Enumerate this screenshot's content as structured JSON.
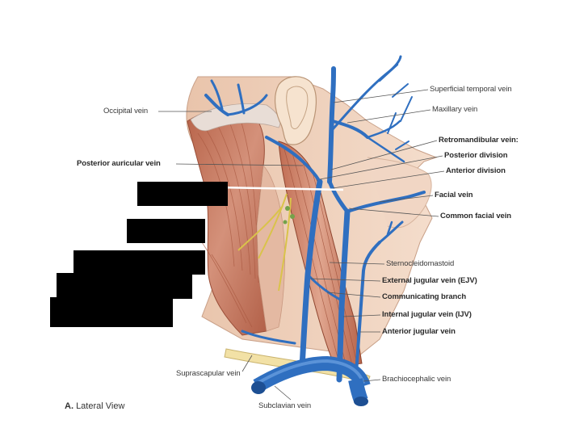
{
  "labels": {
    "occipital_vein": "Occipital vein",
    "posterior_auricular_vein": "Posterior auricular vein",
    "superficial_temporal_vein": "Superficial temporal vein",
    "maxillary_vein": "Maxillary vein",
    "retromandibular_vein": "Retromandibular vein:",
    "posterior_division": "Posterior division",
    "anterior_division": "Anterior division",
    "facial_vein": "Facial vein",
    "common_facial_vein": "Common facial vein",
    "sternocleidomastoid": "Sternocleidomastoid",
    "external_jugular_vein": "External jugular vein (EJV)",
    "communicating_branch": "Communicating branch",
    "internal_jugular_vein": "Internal jugular vein (IJV)",
    "anterior_jugular_vein": "Anterior jugular vein",
    "brachiocephalic_vein": "Brachiocephalic vein",
    "suprascapular_vein": "Suprascapular vein",
    "subclavian_vein": "Subclavian vein"
  },
  "caption": {
    "letter": "A.",
    "text": "Lateral View"
  },
  "colors": {
    "vein": "#2f6fc0",
    "vein_dark": "#1d4f93",
    "muscle": "#c47a5e",
    "muscle_light": "#dca68c",
    "skin": "#efd3bf",
    "nerve": "#e7d25a",
    "mask": "#000000"
  }
}
